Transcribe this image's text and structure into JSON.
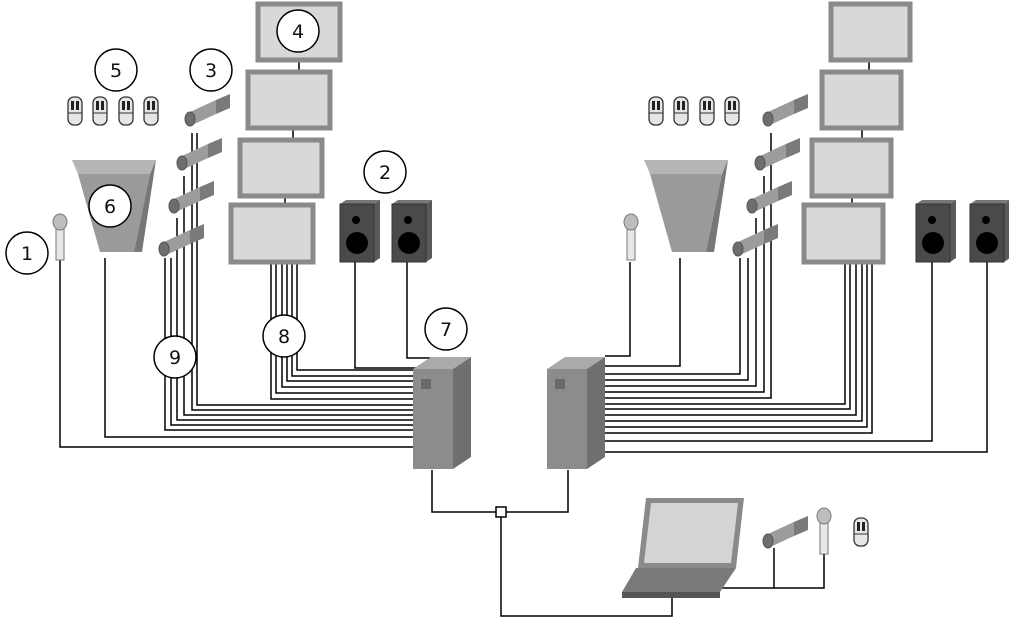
{
  "callouts": [
    {
      "id": "c1",
      "label": "1"
    },
    {
      "id": "c2",
      "label": "2"
    },
    {
      "id": "c3",
      "label": "3"
    },
    {
      "id": "c4",
      "label": "4"
    },
    {
      "id": "c5",
      "label": "5"
    },
    {
      "id": "c6",
      "label": "6"
    },
    {
      "id": "c7",
      "label": "7"
    },
    {
      "id": "c8",
      "label": "8"
    },
    {
      "id": "c9",
      "label": "9"
    }
  ],
  "colors": {
    "device_gray": "#8f8f8f",
    "device_dark": "#5e5e5e",
    "screen_fill": "#dcdcdc",
    "screen_frame": "#9a9a9a",
    "speaker_body": "#444444",
    "cable": "#000000"
  },
  "icons": [
    "microphone-icon",
    "speaker-icon",
    "camera-icon",
    "monitor-icon",
    "response-keypad-icon",
    "lectern-icon",
    "computer-tower-icon",
    "laptop-icon",
    "network-hub-icon"
  ]
}
